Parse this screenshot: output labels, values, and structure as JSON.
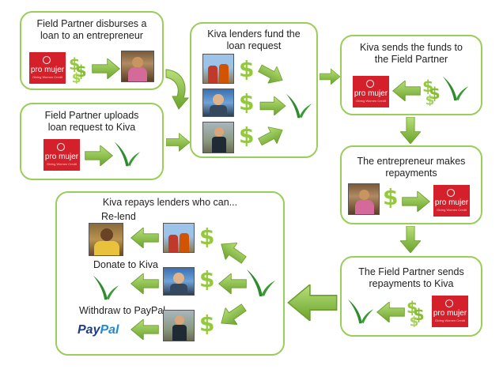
{
  "boxes": {
    "disburse": {
      "line1": "Field Partner disburses a",
      "line2": "loan to an entrepreneur"
    },
    "upload": {
      "line1": "Field Partner uploads",
      "line2": "loan request to Kiva"
    },
    "fund": {
      "line1": "Kiva lenders fund the",
      "line2": "loan request"
    },
    "send": {
      "line1": "Kiva sends the funds to",
      "line2": "the Field Partner"
    },
    "repay": {
      "line1": "The entrepreneur makes",
      "line2": "repayments"
    },
    "partner_repay": {
      "line1": "The Field Partner sends",
      "line2": "repayments to Kiva"
    },
    "lenders": {
      "title": "Kiva repays lenders who can...",
      "relend": "Re-lend",
      "donate": "Donate to Kiva",
      "withdraw": "Withdraw to PayPal"
    }
  },
  "logo": {
    "name": "pro mujer",
    "tagline": "Giving Women Credit"
  },
  "paypal": {
    "part1": "Pay",
    "part2": "Pal"
  },
  "symbols": {
    "dollar": "$"
  },
  "colors": {
    "accent": "#9acd5a",
    "arrow": "#8cc63f",
    "logo_red": "#d4202a",
    "leaf": "#2e8b2e"
  },
  "icons": [
    "pro-mujer-logo",
    "dollar-bills-icon",
    "kiva-leaf-icon",
    "entrepreneur-photo",
    "lender-photo",
    "paypal-logo",
    "arrow-icon"
  ]
}
